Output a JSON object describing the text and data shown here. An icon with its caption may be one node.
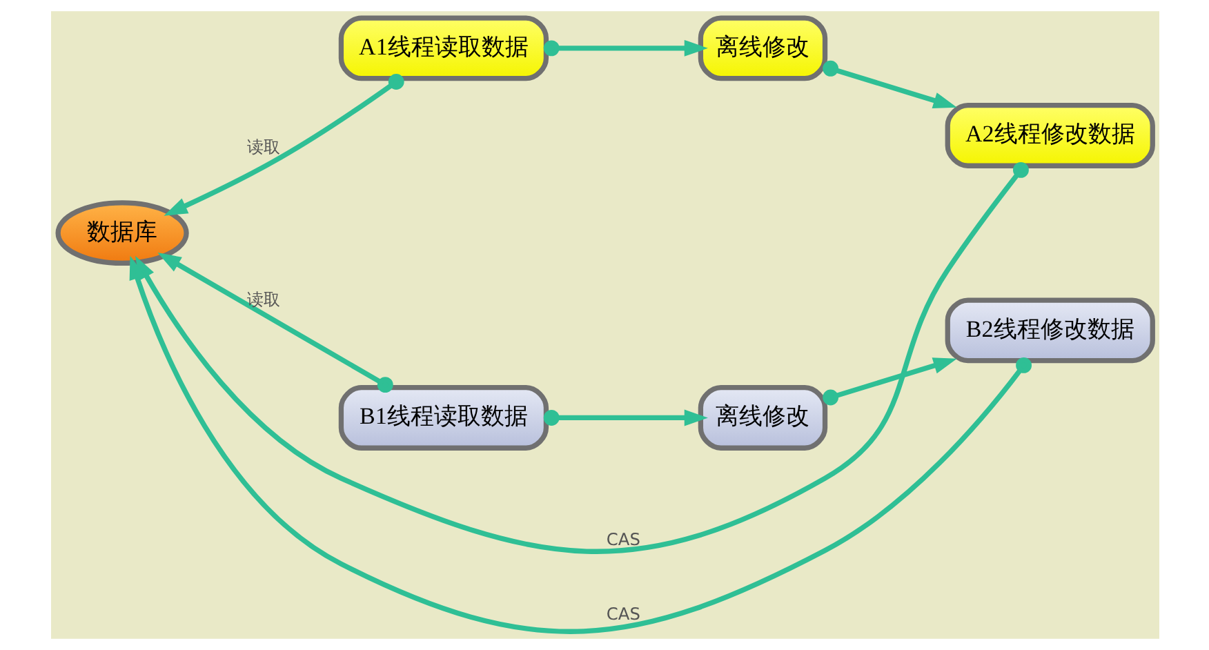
{
  "diagram": {
    "nodes": [
      {
        "text": [
          "数据库"
        ]
      },
      {
        "text": [
          "A1线程读取数据"
        ]
      },
      {
        "text": [
          "离线修改"
        ]
      },
      {
        "text": [
          "A2线程修改数据"
        ]
      },
      {
        "text": [
          "B2线程修改数据"
        ]
      },
      {
        "text": [
          "B1线程读取数据"
        ]
      },
      {
        "text": [
          "离线修改"
        ]
      }
    ],
    "edges": [
      {
        "from": 1,
        "to": 0,
        "arrow": "to",
        "label": "读取"
      },
      {
        "from": 1,
        "to": 2,
        "arrow": "to"
      },
      {
        "from": 2,
        "to": 3,
        "arrow": "to"
      },
      {
        "from": 3,
        "to": 0,
        "arrow": "to",
        "label": "CAS"
      },
      {
        "from": 4,
        "to": 0,
        "arrow": "to",
        "label": "CAS"
      },
      {
        "from": 5,
        "to": 0,
        "arrow": "to",
        "label": "读取"
      },
      {
        "from": 5,
        "to": 6,
        "arrow": "to"
      },
      {
        "from": 6,
        "to": 4,
        "arrow": "to"
      }
    ]
  }
}
